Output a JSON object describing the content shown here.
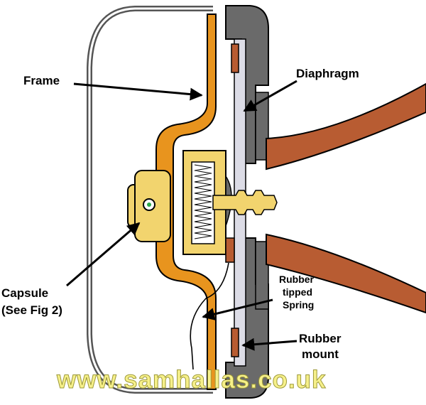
{
  "labels": {
    "frame": "Frame",
    "diaphragm": "Diaphragm",
    "capsule_line1": "Capsule",
    "capsule_line2": "(See Fig 2)",
    "spring_line1": "Rubber",
    "spring_line2": "tipped",
    "spring_line3": "Spring",
    "mount_line1": "Rubber",
    "mount_line2": "mount"
  },
  "watermark": "www.samhallas.co.uk",
  "colors": {
    "frame_orange": "#E8941E",
    "horn_brown": "#B85C32",
    "body_gray": "#6A6A6A",
    "capsule_gold": "#F2D46E",
    "diaphragm_light": "#DCDCE6",
    "watermark_yellow": "#F6F08A"
  },
  "icons": [
    "outline-cup",
    "frame",
    "body-housing",
    "diaphragm",
    "horn",
    "capsule",
    "spring",
    "rubber-mount",
    "arrow"
  ]
}
